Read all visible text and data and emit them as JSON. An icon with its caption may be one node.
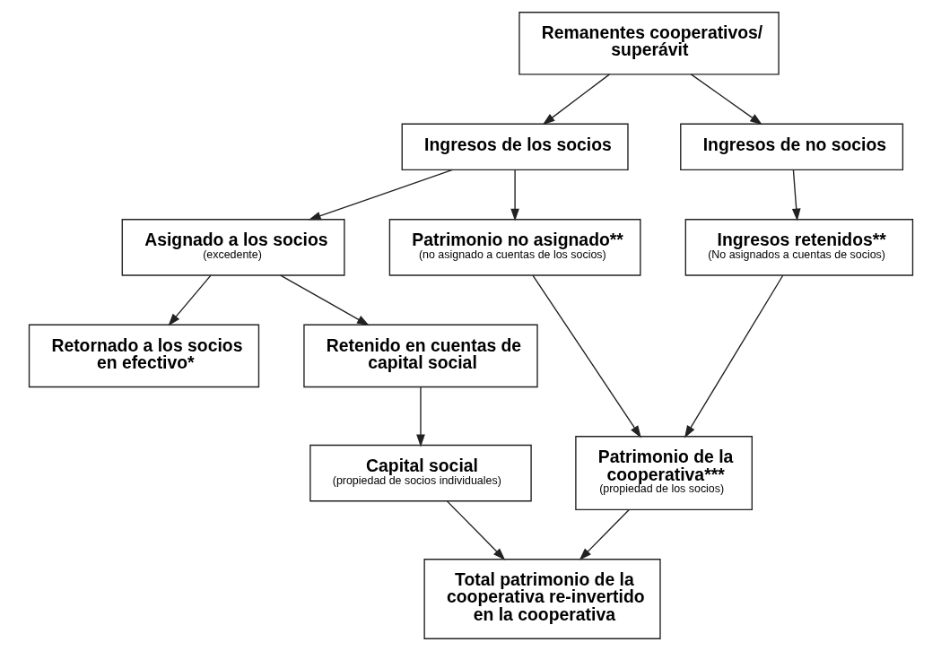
{
  "diagram": {
    "nodes": [
      {
        "text": [
          "Remanentes cooperativos/ superávit"
        ]
      },
      {
        "text": [
          "Ingresos de los socios"
        ]
      },
      {
        "text": [
          "Ingresos de no socios"
        ]
      },
      {
        "text": [
          "Asignado a los socios",
          "(excedente)"
        ]
      },
      {
        "text": [
          "Patrimonio no asignado**",
          "(no asignado a cuentas de los socios)"
        ]
      },
      {
        "text": [
          "Ingresos retenidos**",
          "(No asignados a cuentas de socios)"
        ]
      },
      {
        "text": [
          "Retornado a los socios en efectivo*"
        ]
      },
      {
        "text": [
          "Retenido en cuentas de capital social"
        ]
      },
      {
        "text": [
          "Capital social",
          "(propiedad de socios individuales)"
        ]
      },
      {
        "text": [
          "Patrimonio de la cooperativa***",
          "(propiedad de los socios)"
        ]
      },
      {
        "text": [
          "Total patrimonio de la cooperativa re-invertido en la cooperativa"
        ]
      }
    ],
    "edges": [
      {
        "from": 0,
        "to": 1,
        "arrow": "to"
      },
      {
        "from": 0,
        "to": 2,
        "arrow": "to"
      },
      {
        "from": 1,
        "to": 3,
        "arrow": "to"
      },
      {
        "from": 1,
        "to": 4,
        "arrow": "to"
      },
      {
        "from": 2,
        "to": 5,
        "arrow": "to"
      },
      {
        "from": 3,
        "to": 6,
        "arrow": "to"
      },
      {
        "from": 3,
        "to": 7,
        "arrow": "to"
      },
      {
        "from": 7,
        "to": 8,
        "arrow": "to"
      },
      {
        "from": 4,
        "to": 9,
        "arrow": "to"
      },
      {
        "from": 5,
        "to": 9,
        "arrow": "to"
      },
      {
        "from": 8,
        "to": 10,
        "arrow": "to"
      },
      {
        "from": 9,
        "to": 10,
        "arrow": "to"
      }
    ]
  }
}
